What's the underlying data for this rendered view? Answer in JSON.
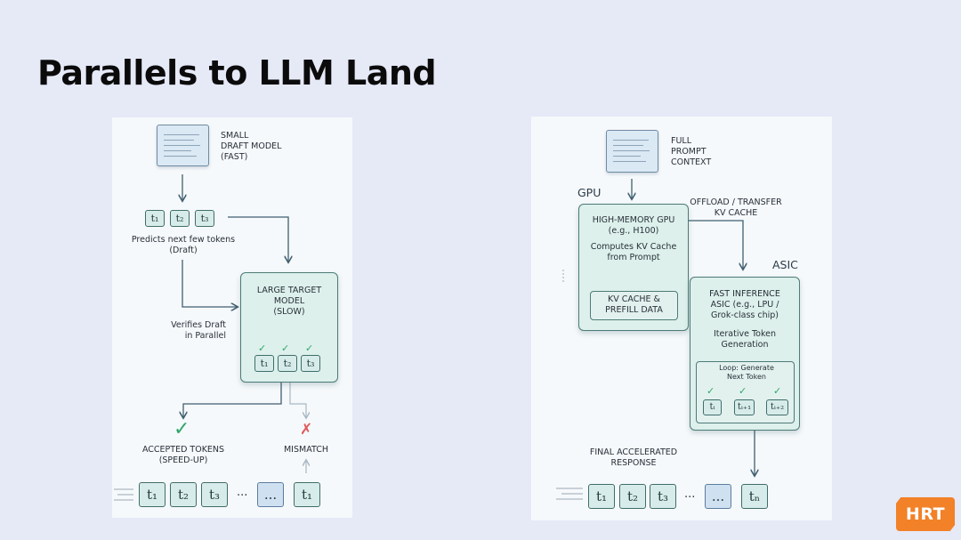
{
  "slide": {
    "title": "Parallels to LLM Land"
  },
  "left": {
    "draft_model": "SMALL\nDRAFT MODEL\n(FAST)",
    "draft_tokens": [
      "t₁",
      "t₂",
      "t₃"
    ],
    "predicts": "Predicts next few tokens\n(Draft)",
    "target_model": "LARGE TARGET\nMODEL\n(SLOW)",
    "verifies": "Verifies Draft\nin Parallel",
    "verify_tokens": [
      "t₁",
      "t₂",
      "t₃"
    ],
    "accepted": "ACCEPTED TOKENS\n(SPEED-UP)",
    "mismatch": "MISMATCH",
    "output_tokens": [
      "t₁",
      "t₂",
      "t₃",
      "...",
      "t₁"
    ],
    "ellipsis": "..."
  },
  "right": {
    "prompt": "FULL\nPROMPT\nCONTEXT",
    "gpu_label": "GPU",
    "gpu_title": "HIGH-MEMORY GPU\n(e.g., H100)",
    "gpu_desc": "Computes KV Cache\nfrom Prompt",
    "kv_cache": "KV CACHE &\nPREFILL DATA",
    "offload": "OFFLOAD / TRANSFER\nKV CACHE",
    "asic_label": "ASIC",
    "asic_title": "FAST INFERENCE\nASIC (e.g., LPU /\nGrok-class chip)",
    "asic_desc": "Iterative Token\nGeneration",
    "loop": "Loop: Generate\nNext Token",
    "loop_tokens": [
      "tᵢ",
      "tᵢ₊₁",
      "tᵢ₊₂"
    ],
    "final": "FINAL ACCELERATED\nRESPONSE",
    "output_tokens": [
      "t₁",
      "t₂",
      "t₃",
      "...",
      "tₙ"
    ],
    "ellipsis": "..."
  },
  "logo": {
    "text": "HRT",
    "color": "#f28127"
  },
  "colors": {
    "token_fill": "#d7ecea",
    "box_fill": "#ddf0eb",
    "check": "#2fa66a",
    "mismatch": "#e05a5a"
  }
}
